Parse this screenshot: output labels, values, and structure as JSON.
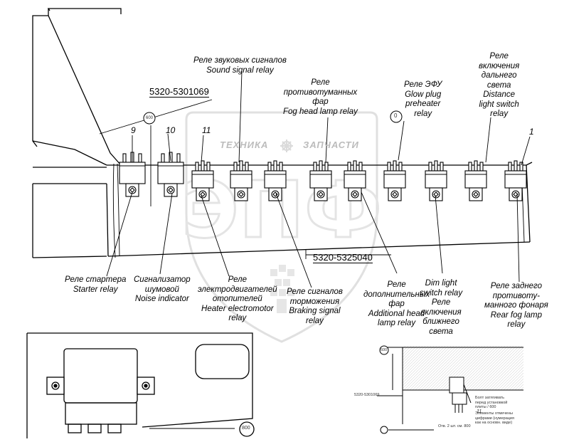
{
  "watermark": {
    "left": "ТЕХНИКА",
    "right": "ЗАПЧАСТИ",
    "logo": "ЭПФ"
  },
  "part_numbers": {
    "bracket": "5320-5301069",
    "panel": "5320-5325040"
  },
  "callouts": {
    "n9": "9",
    "n10": "10",
    "n11": "11",
    "n1": "1",
    "c600a": "600",
    "c0": "0",
    "c600b": "600",
    "c800": "800"
  },
  "labels": {
    "sound_signal": [
      "Реле звуковых сигналов",
      "Sound signal relay"
    ],
    "fog_head": [
      "Реле",
      "противотуманных",
      "фар",
      "Fog head lamp relay"
    ],
    "glow_plug": [
      "Реле ЭФУ",
      "Glow plug",
      "preheater",
      "relay"
    ],
    "distance_light": [
      "Реле",
      "включения",
      "дальнего",
      "света",
      "Distance",
      "light switch",
      "relay"
    ],
    "starter": [
      "Реле стартера",
      "Starter relay"
    ],
    "noise": [
      "Сигнализатор",
      "шумовой",
      "Noise indicator"
    ],
    "heater": [
      "Реле",
      "электродвигателей",
      "отопителей",
      "Heater electromotor",
      "relay"
    ],
    "braking": [
      "Реле сигналов",
      "торможения",
      "Braking signal",
      "relay"
    ],
    "additional_head": [
      "Реле",
      "дополнительных",
      "фар",
      "Additional head",
      "lamp relay"
    ],
    "dim_light": [
      "Dim light",
      "switch relay",
      "Реле",
      "включения",
      "ближнего",
      "света"
    ],
    "rear_fog": [
      "Реле заднего",
      "противоту-",
      "манного фонаря",
      "Rear fog lamp",
      "relay"
    ]
  },
  "detail": {
    "part_label": "5320-5301069",
    "notes": [
      "Болт затягивать",
      "перед установкой",
      "плиты / 600",
      "Элементы отмечены",
      "цифрами (нумерация",
      "как на основн. виде)"
    ],
    "num": "11",
    "bottom": "Отв. 2 шт. см. 800"
  }
}
